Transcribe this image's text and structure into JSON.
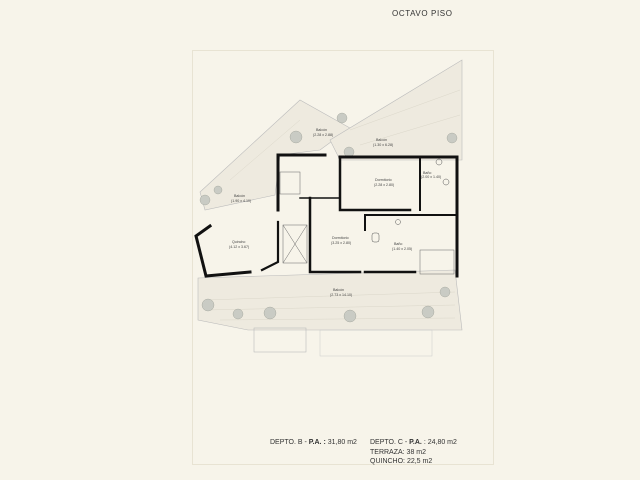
{
  "title": "OCTAVO PISO",
  "rooms": {
    "balcon_top_left": {
      "name": "Balcón",
      "dims": "(2.28 x 2.88)"
    },
    "balcon_top_right": {
      "name": "Balcón",
      "dims": "(1.30 x 6.28)"
    },
    "balcon_left": {
      "name": "Balcón",
      "dims": "(1.90 x 4.10)"
    },
    "dormitorio_right": {
      "name": "Dormitorio",
      "dims": "(2.28 x 2.80)"
    },
    "bano_top": {
      "name": "Baño",
      "dims": "(2.00 x 1.40)"
    },
    "quincho": {
      "name": "Quincho",
      "dims": "(4.12 x 3.67)"
    },
    "dormitorio_center": {
      "name": "Dormitorio",
      "dims": "(3.25 x 2.80)"
    },
    "bano_bottom": {
      "name": "Baño",
      "dims": "(1.40 x 2.05)"
    },
    "balcon_bottom": {
      "name": "Balcón",
      "dims": "(2.73 x 14.10)"
    }
  },
  "legend": {
    "depto_b_label": "DEPTO. B - ",
    "depto_b_pa": "P.A. :",
    "depto_b_area": " 31,80 m2",
    "depto_c_label": "DEPTO. C - ",
    "depto_c_pa": "P.A.",
    "depto_c_area": " : 24,80 m2",
    "terraza": "TERRAZA: 38 m2",
    "quincho": "QUINCHO: 22,5 m2"
  },
  "colors": {
    "background": "#f7f4ea",
    "wall": "#111111",
    "terrace": "#eeeadf",
    "plant": "#c9cbc4"
  }
}
